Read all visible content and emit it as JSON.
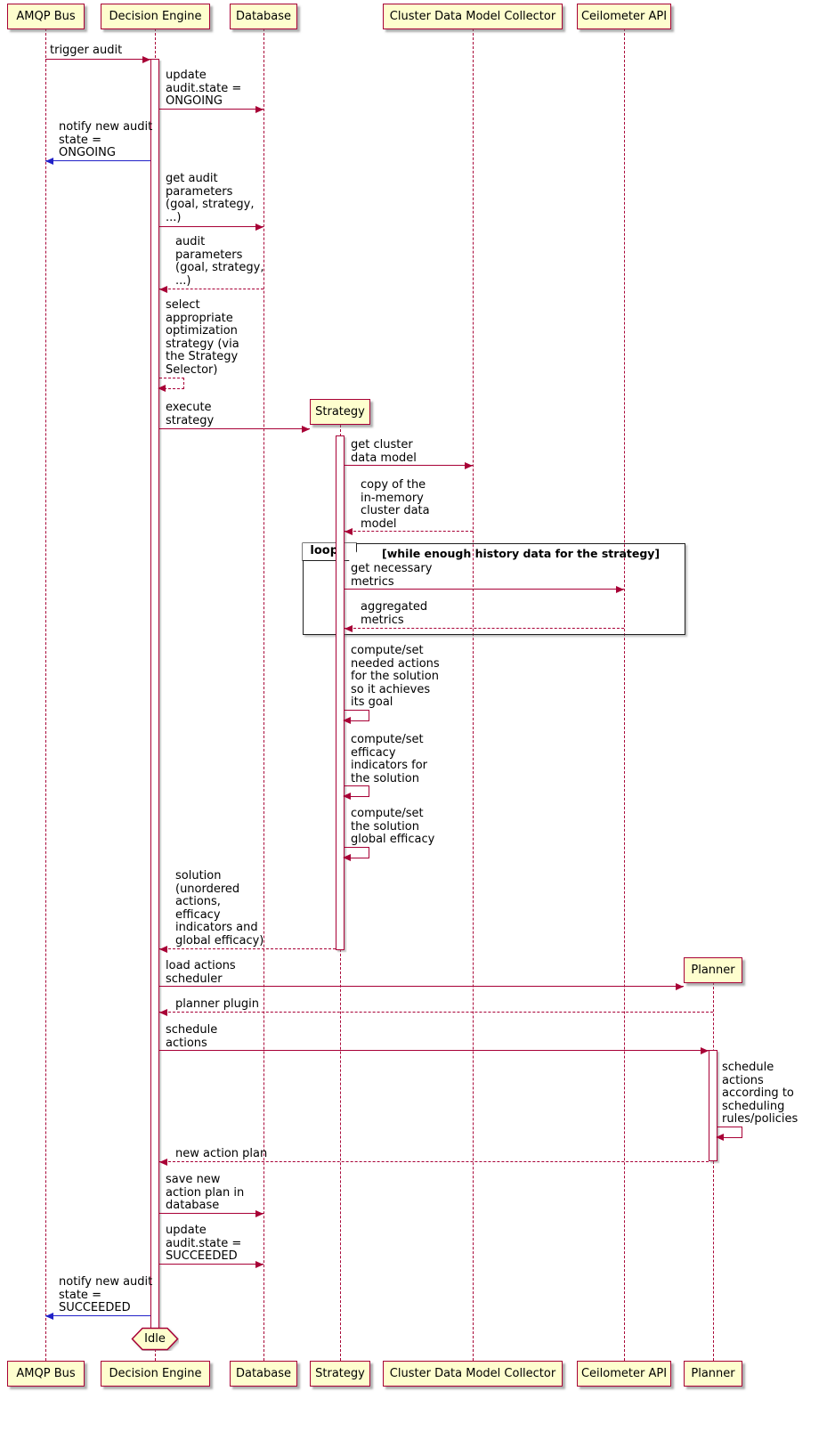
{
  "diagram": {
    "type": "sequence",
    "participants": {
      "amqp_bus": "AMQP Bus",
      "decision_engine": "Decision Engine",
      "database": "Database",
      "strategy": "Strategy",
      "cluster_collector": "Cluster Data Model Collector",
      "ceilometer_api": "Ceilometer API",
      "planner": "Planner"
    },
    "loop_frame": {
      "keyword": "loop",
      "condition": "[while enough history data for the strategy]"
    },
    "end_state_label": "Idle",
    "messages": {
      "trigger_audit": "trigger audit",
      "update_state_ongoing": "update\naudit.state =\nONGOING",
      "notify_ongoing": "notify new audit\nstate =\nONGOING",
      "get_audit_parameters": "get audit\nparameters\n(goal, strategy,\n...)",
      "audit_parameters_return": "audit\nparameters\n(goal, strategy,\n...)",
      "select_strategy": "select\nappropriate\noptimization\nstrategy (via\nthe Strategy\nSelector)",
      "execute_strategy": "execute\nstrategy",
      "get_cluster_data_model": "get cluster\ndata model",
      "cluster_model_copy": "copy of the\nin-memory\ncluster data\nmodel",
      "get_necessary_metrics": "get necessary\nmetrics",
      "aggregated_metrics": "aggregated\nmetrics",
      "compute_needed_actions": "compute/set\nneeded actions\nfor the solution\nso it achieves\nits goal",
      "compute_efficacy_indicators": "compute/set\nefficacy\nindicators for\nthe solution",
      "compute_global_efficacy": "compute/set\nthe solution\nglobal efficacy",
      "solution_return": "solution\n(unordered\nactions,\nefficacy\nindicators and\nglobal efficacy)",
      "load_actions_scheduler": "load actions\nscheduler",
      "planner_plugin": "planner plugin",
      "schedule_actions": "schedule\nactions",
      "schedule_according_rules": "schedule\nactions\naccording to\nscheduling\nrules/policies",
      "new_action_plan": "new action plan",
      "save_action_plan": "save new\naction plan in\ndatabase",
      "update_state_succeeded": "update\naudit.state =\nSUCCEEDED",
      "notify_succeeded": "notify new audit\nstate =\nSUCCEEDED"
    },
    "colors": {
      "participant_fill": "#FEFECE",
      "border": "#A80036",
      "lifeline": "#A80036",
      "notify_arrow": "#2121C8",
      "frame_border": "#202020"
    }
  }
}
